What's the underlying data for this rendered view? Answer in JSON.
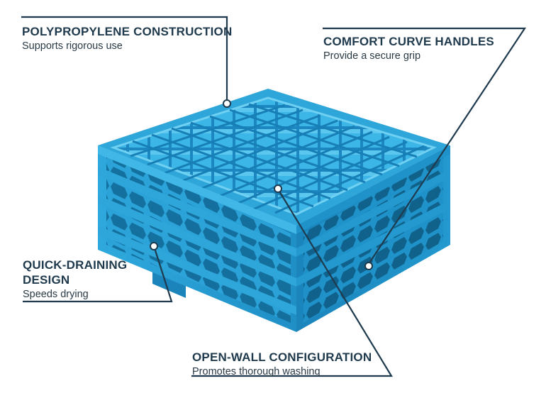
{
  "callouts": {
    "polypropylene": {
      "title": "POLYPROPYLENE CONSTRUCTION",
      "subtitle": "Supports rigorous use"
    },
    "comfort": {
      "title": "COMFORT CURVE HANDLES",
      "subtitle": "Provide a secure grip"
    },
    "draining": {
      "title_line1": "QUICK-DRAINING",
      "title_line2": "DESIGN",
      "subtitle": "Speeds drying"
    },
    "openwall": {
      "title": "OPEN-WALL CONFIGURATION",
      "subtitle": "Promotes thorough washing"
    }
  },
  "colors": {
    "rack_blue": "#2ea6d9",
    "rack_dark": "#1579a8",
    "text_dark": "#1f3a4d"
  }
}
